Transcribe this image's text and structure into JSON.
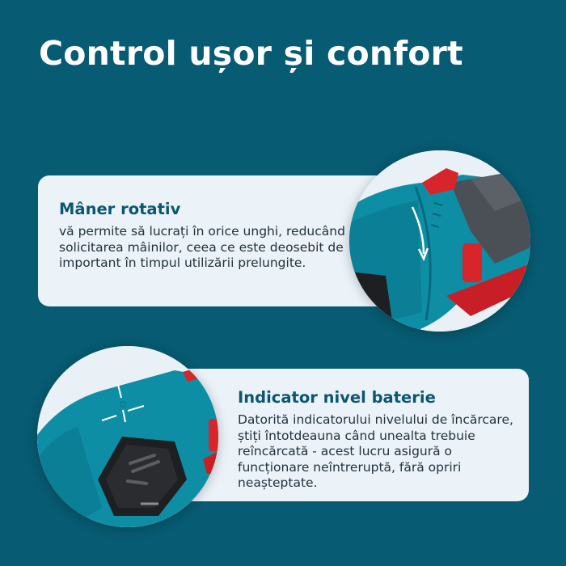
{
  "header": {
    "title": "Control ușor și confort"
  },
  "features": [
    {
      "title": "Mâner rotativ",
      "description": "vă permite să lucrați în orice unghi, reducând solicitarea mâinilor, ceea ce este deosebit de important în timpul utilizării prelungite.",
      "image": "rotating-handle-closeup"
    },
    {
      "title": "Indicator nivel baterie",
      "description": "Datorită indicatorului nivelului de încărcare, știți întotdeauna când unealta trebuie reîncărcată - acest lucru asigură o funcționare neîntreruptă, fără opriri neașteptate.",
      "image": "battery-indicator-closeup"
    }
  ],
  "colors": {
    "background": "#075b72",
    "card": "#ebf2f8",
    "heading": "#0b5670",
    "tool_body": "#0e8ea5",
    "tool_accent": "#d8242b",
    "tool_grip": "#4a5056"
  }
}
